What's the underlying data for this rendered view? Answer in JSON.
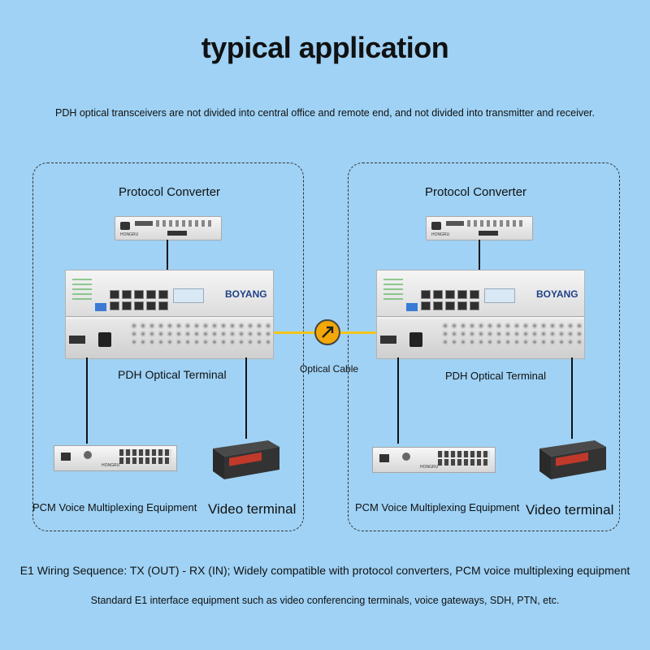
{
  "title": "typical application",
  "subtitle": "PDH optical transceivers are not divided into central office and remote end, and not divided into transmitter and receiver.",
  "left": {
    "protocol_converter": "Protocol Converter",
    "terminal": "PDH Optical Terminal",
    "pcm": "PCM Voice Multiplexing Equipment",
    "video": "Video terminal"
  },
  "right": {
    "protocol_converter": "Protocol Converter",
    "terminal": "PDH Optical Terminal",
    "pcm": "PCM Voice Multiplexing Equipment",
    "video": "Video terminal"
  },
  "brand": "BOYANG",
  "pcm_brand": "HONGRU",
  "cable_label": "Optical Cable",
  "footer1": "E1 Wiring Sequence: TX (OUT) - RX (IN); Widely compatible with protocol converters, PCM voice multiplexing equipment",
  "footer2": "Standard E1 interface equipment such as video conferencing terminals, voice gateways, SDH, PTN, etc.",
  "colors": {
    "background": "#9fd2f5",
    "cable": "#f5c518",
    "connector": "#f5a800"
  }
}
